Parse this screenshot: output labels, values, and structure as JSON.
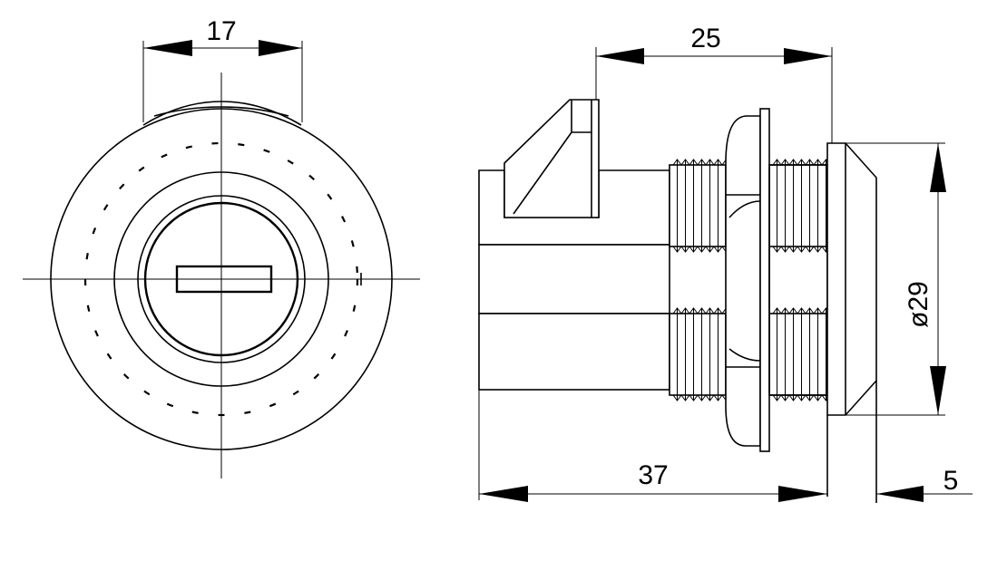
{
  "dimensions": {
    "front_width": "17",
    "side_length_threaded": "25",
    "side_length_total": "37",
    "flange_thickness": "5",
    "flange_diameter": "ø29"
  },
  "colors": {
    "line": "#000000",
    "background": "#ffffff"
  }
}
